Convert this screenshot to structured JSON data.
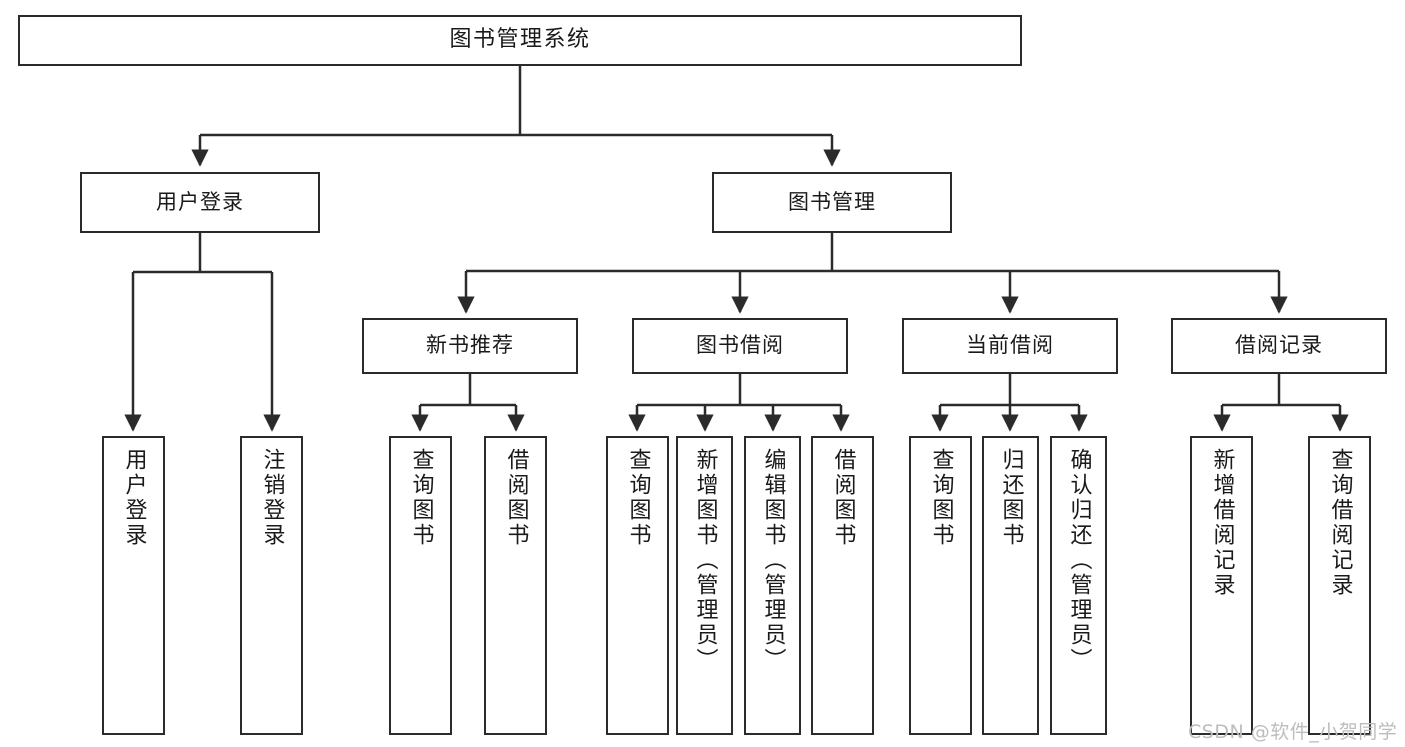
{
  "diagram": {
    "type": "tree",
    "title": "图书管理系统",
    "style": {
      "box_border_color": "#2b2b2b",
      "box_fill_color": "#ffffff",
      "edge_color": "#2b2b2b",
      "background": "#ffffff",
      "watermark_color": "#bdbdbd"
    },
    "watermark": "CSDN @软件_小贺同学",
    "nodes": {
      "root": {
        "label": "图书管理系统"
      },
      "level2": [
        {
          "id": "user-login",
          "label": "用户登录"
        },
        {
          "id": "book-manage",
          "label": "图书管理"
        }
      ],
      "level3": [
        {
          "id": "new-book-recommend",
          "label": "新书推荐"
        },
        {
          "id": "book-borrow",
          "label": "图书借阅"
        },
        {
          "id": "current-borrow",
          "label": "当前借阅"
        },
        {
          "id": "borrow-record",
          "label": "借阅记录"
        }
      ],
      "leaves": [
        {
          "id": "leaf-user-login",
          "label": "用户登录",
          "parent": "user-login"
        },
        {
          "id": "leaf-user-logout",
          "label": "注销登录",
          "parent": "user-login"
        },
        {
          "id": "leaf-query-book-1",
          "label": "查询图书",
          "parent": "new-book-recommend"
        },
        {
          "id": "leaf-borrow-book-1",
          "label": "借阅图书",
          "parent": "new-book-recommend"
        },
        {
          "id": "leaf-query-book-2",
          "label": "查询图书",
          "parent": "book-borrow"
        },
        {
          "id": "leaf-add-book",
          "label": "新增图书（管理员）",
          "parent": "book-borrow"
        },
        {
          "id": "leaf-edit-book",
          "label": "编辑图书（管理员）",
          "parent": "book-borrow"
        },
        {
          "id": "leaf-borrow-book-2",
          "label": "借阅图书",
          "parent": "book-borrow"
        },
        {
          "id": "leaf-query-book-3",
          "label": "查询图书",
          "parent": "current-borrow"
        },
        {
          "id": "leaf-return-book",
          "label": "归还图书",
          "parent": "current-borrow"
        },
        {
          "id": "leaf-confirm-return",
          "label": "确认归还（管理员）",
          "parent": "current-borrow"
        },
        {
          "id": "leaf-add-record",
          "label": "新增借阅记录",
          "parent": "borrow-record"
        },
        {
          "id": "leaf-query-record",
          "label": "查询借阅记录",
          "parent": "borrow-record"
        }
      ]
    }
  }
}
